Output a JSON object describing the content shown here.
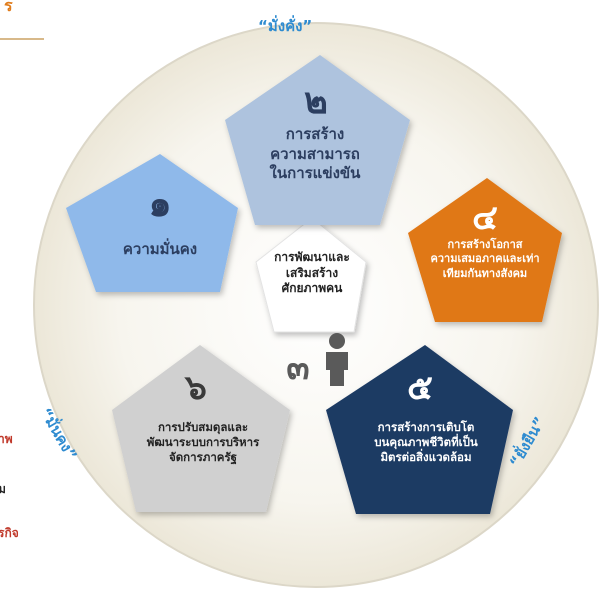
{
  "header": {
    "fragment": "ร"
  },
  "side_fragments": [
    "าพ",
    "ม",
    "รกิจ"
  ],
  "mottos": {
    "top": "“มั่งคั่ง”",
    "left": "“มั่นคง”",
    "right": "“ยั่งยืน”"
  },
  "center": {
    "lines": [
      "การพัฒนาและ",
      "เสริมสร้าง",
      "ศักยภาพคน"
    ],
    "number": "๓"
  },
  "strategies": [
    {
      "number": "๑",
      "lines": [
        "ความมั่นคง"
      ],
      "color": "#8fb9ea"
    },
    {
      "number": "๒",
      "lines": [
        "การสร้าง",
        "ความสามารถ",
        "ในการแข่งขัน"
      ],
      "color": "#aec3de"
    },
    {
      "number": "๔",
      "lines": [
        "การสร้างโอกาส",
        "ความเสมอภาคและเท่า",
        "เทียมกันทางสังคม"
      ],
      "color": "#e07818"
    },
    {
      "number": "๕",
      "lines": [
        "การสร้างการเติบโต",
        "บนคุณภาพชีวิตที่เป็น",
        "มิตรต่อสิ่งแวดล้อม"
      ],
      "color": "#1e3a64"
    },
    {
      "number": "๖",
      "lines": [
        "การปรับสมดุลและ",
        "พัฒนาระบบการบริหาร",
        "จัดการภาครัฐ"
      ],
      "color": "#d0d0d0"
    }
  ]
}
